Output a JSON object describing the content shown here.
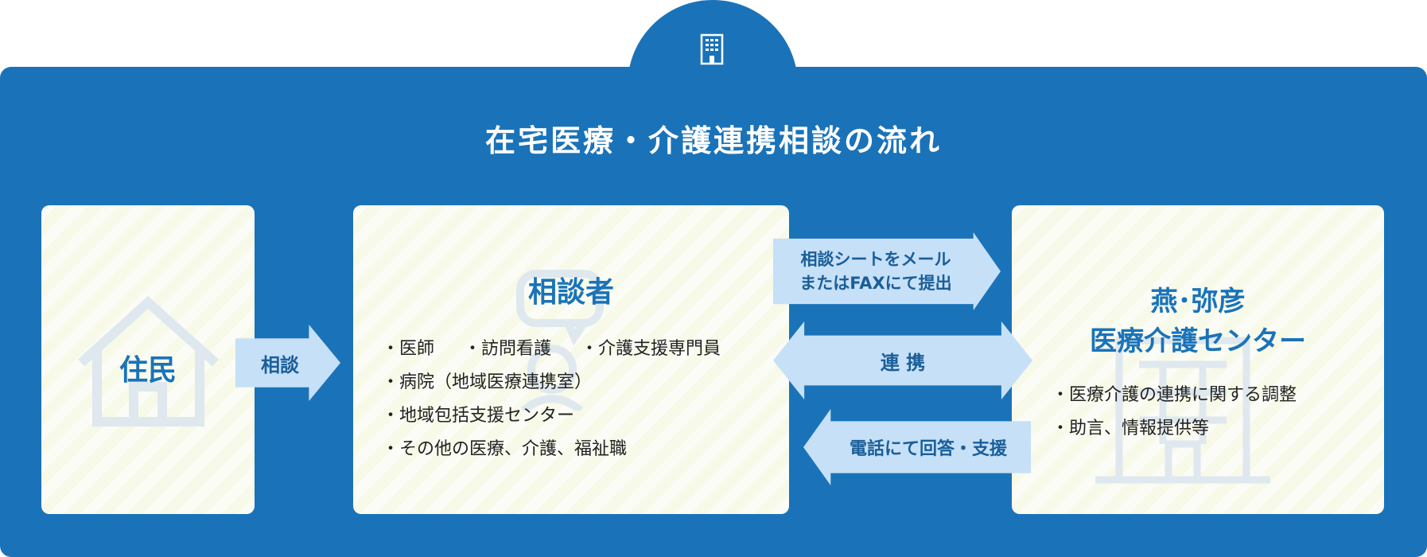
{
  "title": "在宅医療・介護連携相談の流れ",
  "icons": {
    "top": "building-icon",
    "resident": "house-icon",
    "consultant": "speech-bubble-icon",
    "center": "office-building-icon"
  },
  "resident": {
    "label": "住民"
  },
  "consultant": {
    "title": "相談者",
    "items": [
      [
        "・医師",
        "・訪問看護",
        "・介護支援専門員"
      ],
      [
        "・病院（地域医療連携室）"
      ],
      [
        "・地域包括支援センター"
      ],
      [
        "・その他の医療、介護、福祉職"
      ]
    ]
  },
  "center": {
    "title_line1": "燕･弥彦",
    "title_line2": "医療介護センター",
    "items": [
      "・医療介護の連携に関する調整",
      "・助言、情報提供等"
    ]
  },
  "arrows": {
    "consult": "相談",
    "mail_line1": "相談シートをメール",
    "mail_line2": "またはFAXにて提出",
    "link": "連 携",
    "phone": "電話にて回答・支援"
  },
  "colors": {
    "primary": "#1a73b9",
    "card": "#f7f9e9",
    "arrow": "#c6e0f7",
    "text": "#222222"
  }
}
